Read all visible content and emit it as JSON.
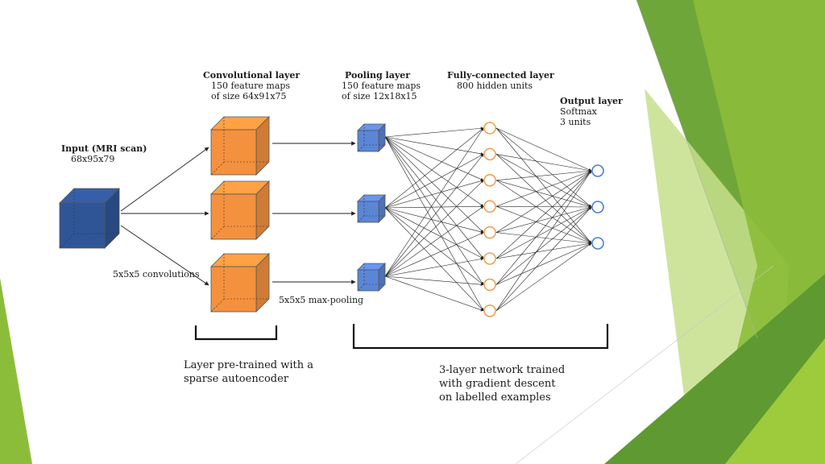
{
  "layers": {
    "input": {
      "title": "Input (MRI scan)",
      "detail": "68x95x79"
    },
    "conv": {
      "title": "Convolutional layer",
      "detail_1": "150 feature maps",
      "detail_2": "of size 64x91x75"
    },
    "pool": {
      "title": "Pooling layer",
      "detail_1": "150 feature maps",
      "detail_2": "of size 12x18x15"
    },
    "fc": {
      "title": "Fully-connected layer",
      "detail": "800 hidden units"
    },
    "output": {
      "title": "Output layer",
      "detail_1": "Softmax",
      "detail_2": "3  units"
    }
  },
  "operations": {
    "convolutions": "5x5x5 convolutions",
    "pooling": "5x5x5 max-pooling"
  },
  "brackets": {
    "pretrained": {
      "line_1": "Layer pre-trained with a",
      "line_2": "sparse autoencoder"
    },
    "trained": {
      "line_1": "3-layer network trained",
      "line_2": "with gradient descent",
      "line_3": "on labelled examples"
    }
  },
  "colors": {
    "input_cube": "#2f5597",
    "conv_cube": "#f4913e",
    "pool_cube": "#5b86d6",
    "hidden_node": "#f0a050",
    "output_node": "#4a7fd0",
    "green_light": "#c5df8c",
    "green_mid": "#8cbd3a",
    "green_dark": "#5e9a31"
  },
  "network": {
    "hidden_nodes": 8,
    "output_nodes": 3
  }
}
